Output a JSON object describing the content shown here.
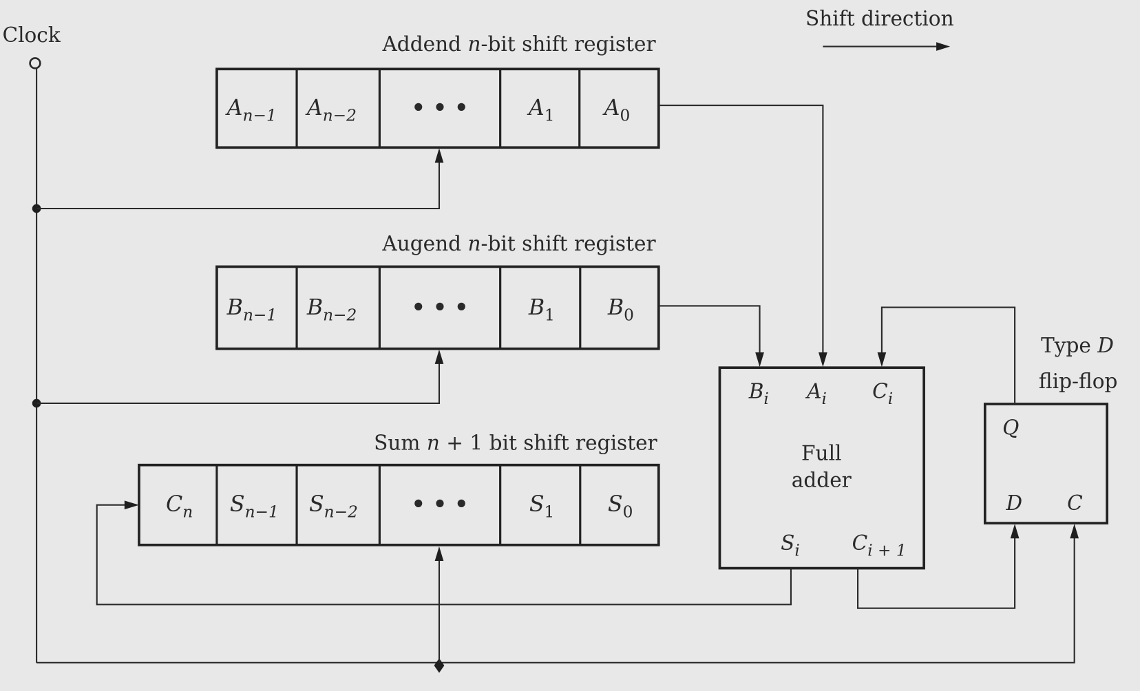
{
  "diagram": {
    "clock": {
      "label": "Clock"
    },
    "shift_direction": {
      "label": "Shift direction"
    },
    "addend_register": {
      "title_prefix": "Addend ",
      "title_var": "n",
      "title_suffix": "-bit shift register",
      "cells": [
        {
          "base": "A",
          "sub": "n−1"
        },
        {
          "base": "A",
          "sub": "n−2"
        },
        {
          "base": "• • •",
          "sub": ""
        },
        {
          "base": "A",
          "sub": "1"
        },
        {
          "base": "A",
          "sub": "0"
        }
      ]
    },
    "augend_register": {
      "title_prefix": "Augend ",
      "title_var": "n",
      "title_suffix": "-bit shift register",
      "cells": [
        {
          "base": "B",
          "sub": "n−1"
        },
        {
          "base": "B",
          "sub": "n−2"
        },
        {
          "base": "• • •",
          "sub": ""
        },
        {
          "base": "B",
          "sub": "1"
        },
        {
          "base": "B",
          "sub": "0"
        }
      ]
    },
    "sum_register": {
      "title_prefix": "Sum ",
      "title_var": "n",
      "title_suffix": " + 1 bit shift register",
      "cells": [
        {
          "base": "C",
          "sub": "n"
        },
        {
          "base": "S",
          "sub": "n−1"
        },
        {
          "base": "S",
          "sub": "n−2"
        },
        {
          "base": "• • •",
          "sub": ""
        },
        {
          "base": "S",
          "sub": "1"
        },
        {
          "base": "S",
          "sub": "0"
        }
      ]
    },
    "full_adder": {
      "line1": "Full",
      "line2": "adder",
      "inputs": [
        {
          "base": "B",
          "sub": "i"
        },
        {
          "base": "A",
          "sub": "i"
        },
        {
          "base": "C",
          "sub": "i"
        }
      ],
      "outputs": [
        {
          "base": "S",
          "sub": "i"
        },
        {
          "base": "C",
          "sub": "i + 1"
        }
      ]
    },
    "flip_flop": {
      "title_line1_prefix": "Type ",
      "title_line1_var": "D",
      "title_line2": "flip-flop",
      "q_pin": "Q",
      "d_pin": "D",
      "c_pin": "C"
    }
  }
}
